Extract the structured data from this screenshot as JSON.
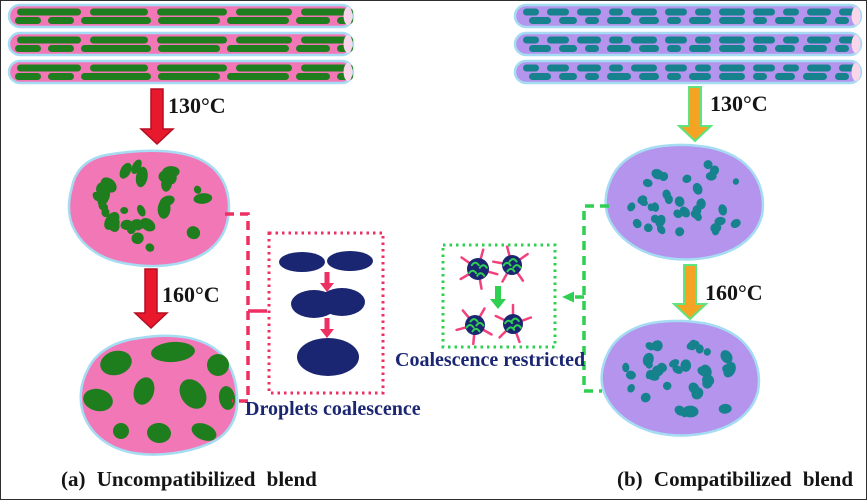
{
  "panel_a": {
    "caption": "(a) Uncompatibilized blend",
    "temp_step1": "130°C",
    "temp_step2": "160°C",
    "inset_label": "Droplets coalescence"
  },
  "panel_b": {
    "caption": "(b) Compatibilized blend",
    "temp_step1": "130°C",
    "temp_step2": "160°C",
    "inset_label": "Coalescence restricted"
  },
  "colors": {
    "pink_matrix": "#f277b6",
    "purple_matrix": "#b494ec",
    "green_droplet": "#1e7d1d",
    "teal_droplet": "#16828d",
    "outline_blue": "#a5dcf3",
    "navy": "#1b2672",
    "red_arrow": "#e8192c",
    "orange_arrow": "#f4a322",
    "arrow_green_edge": "#5fe47f",
    "pink_dashed": "#ee2f62",
    "green_dashed": "#2fd052",
    "compatibilizer_pink": "#f2427e",
    "text_black": "#141414"
  }
}
